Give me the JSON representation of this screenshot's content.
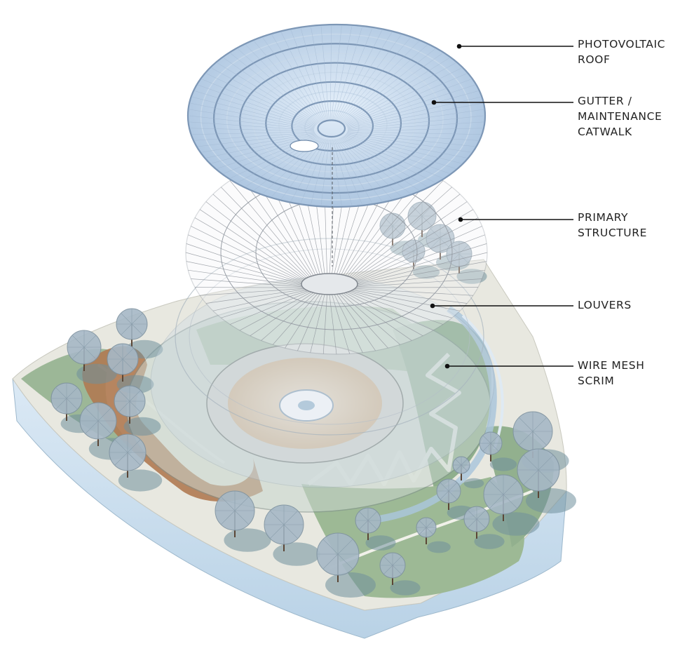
{
  "labels": [
    {
      "id": "photovoltaic-roof",
      "text": "PHOTOVOLTAIC\nROOF"
    },
    {
      "id": "gutter-catwalk",
      "text": "GUTTER /\nMAINTENANCE\nCATWALK"
    },
    {
      "id": "primary-structure",
      "text": "PRIMARY\nSTRUCTURE"
    },
    {
      "id": "louvers",
      "text": "LOUVERS"
    },
    {
      "id": "wire-mesh-scrim",
      "text": "WIRE MESH\nSCRIM"
    }
  ],
  "colors": {
    "roof_panel": "#b9cfe6",
    "roof_rib": "#6f8aaa",
    "structure_line": "#8a8f98",
    "plaza": "#e6e6de",
    "lawn": "#8fae8a",
    "base_side": "#cfe3f2",
    "canopy": "#9fb4c3",
    "tree_shadow": "#6f8f9c",
    "boardwalk": "#a9744f",
    "label_text": "#222222",
    "leader_line": "#111111"
  }
}
